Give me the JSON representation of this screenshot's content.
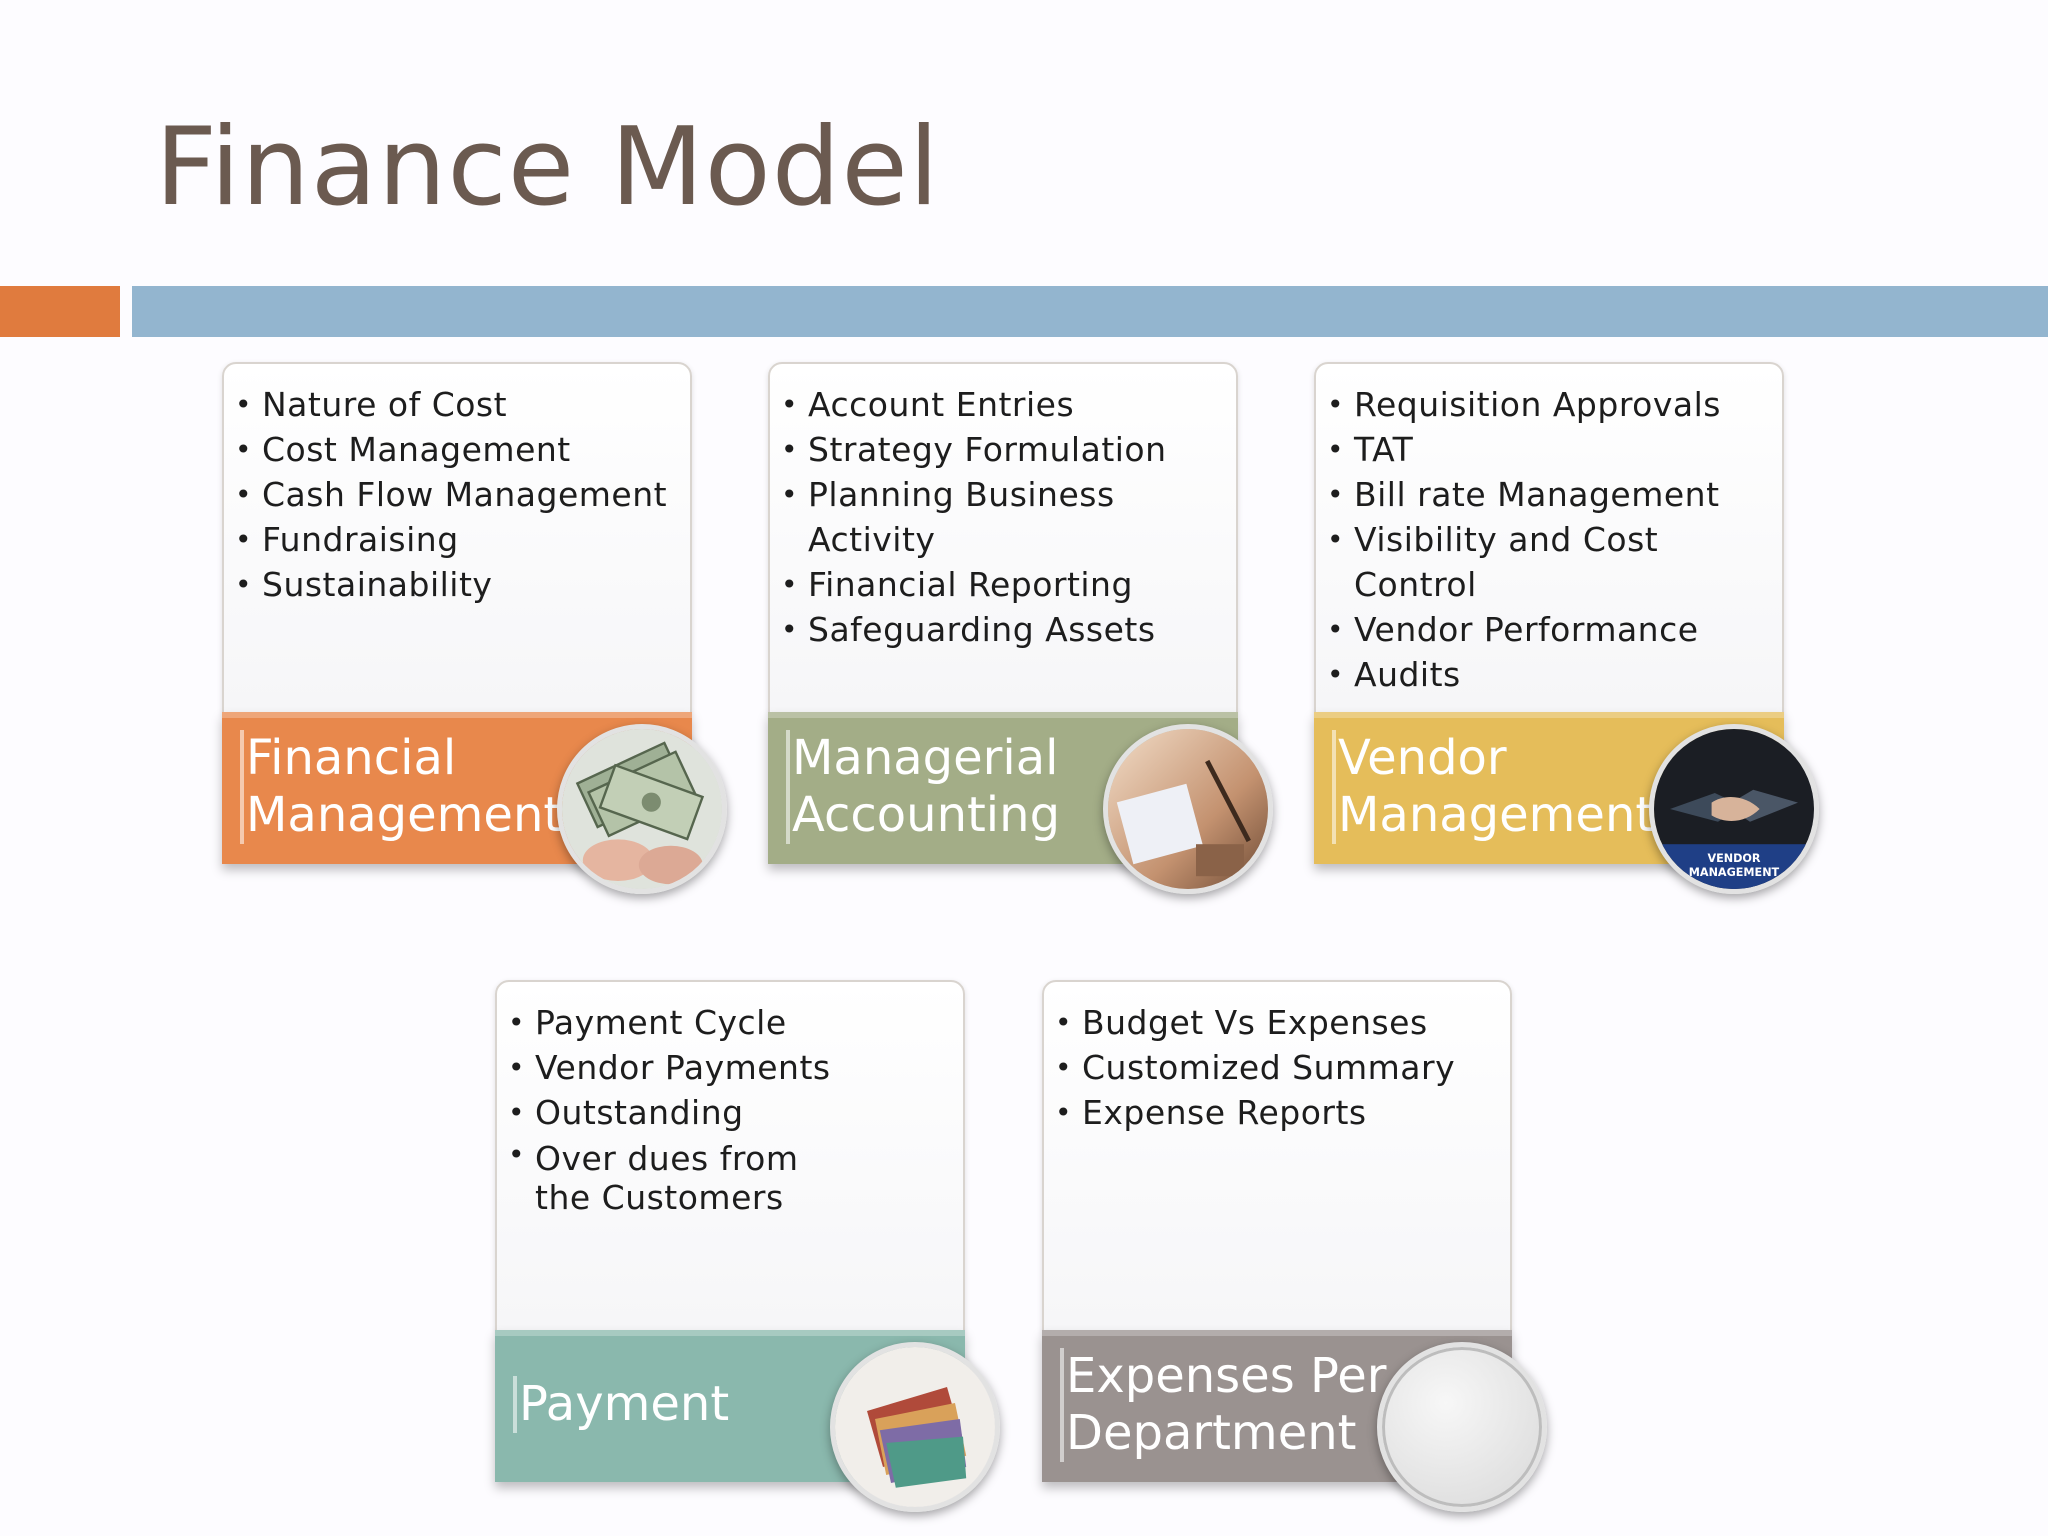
{
  "slide": {
    "title": "Finance Model",
    "colors": {
      "title": "#6b5a50",
      "bar_accent": "#e07b3e",
      "bar_main": "#93b5cf"
    }
  },
  "cards": [
    {
      "label": "Financial Management",
      "color": "#e8884c",
      "badge_icon": "money-hands-icon",
      "items": [
        "Nature of Cost",
        "Cost Management",
        "Cash Flow Management",
        "Fundraising",
        "Sustainability"
      ]
    },
    {
      "label": "Managerial Accounting",
      "color": "#a3ad87",
      "badge_icon": "accounting-photo-icon",
      "items": [
        "Account Entries",
        "Strategy Formulation",
        "Planning Business Activity",
        "Financial Reporting",
        "Safeguarding Assets"
      ]
    },
    {
      "label": "Vendor Management",
      "color": "#e5bd5a",
      "badge_icon": "handshake-icon",
      "badge_text": "Vendor Management",
      "items": [
        "Requisition Approvals",
        "TAT",
        "Bill rate Management",
        "Visibility and Cost Control",
        "Vendor Performance",
        "Audits"
      ]
    },
    {
      "label": "Payment",
      "color": "#8ab8ad",
      "badge_icon": "banknotes-icon",
      "items": [
        "Payment Cycle",
        "Vendor Payments",
        "Outstanding",
        "Over dues from the Customers"
      ]
    },
    {
      "label": "Expenses Per Department",
      "color": "#9a9290",
      "badge_icon": "blank-circle-icon",
      "items": [
        "Budget Vs Expenses",
        "Customized Summary",
        "Expense Reports"
      ]
    }
  ]
}
